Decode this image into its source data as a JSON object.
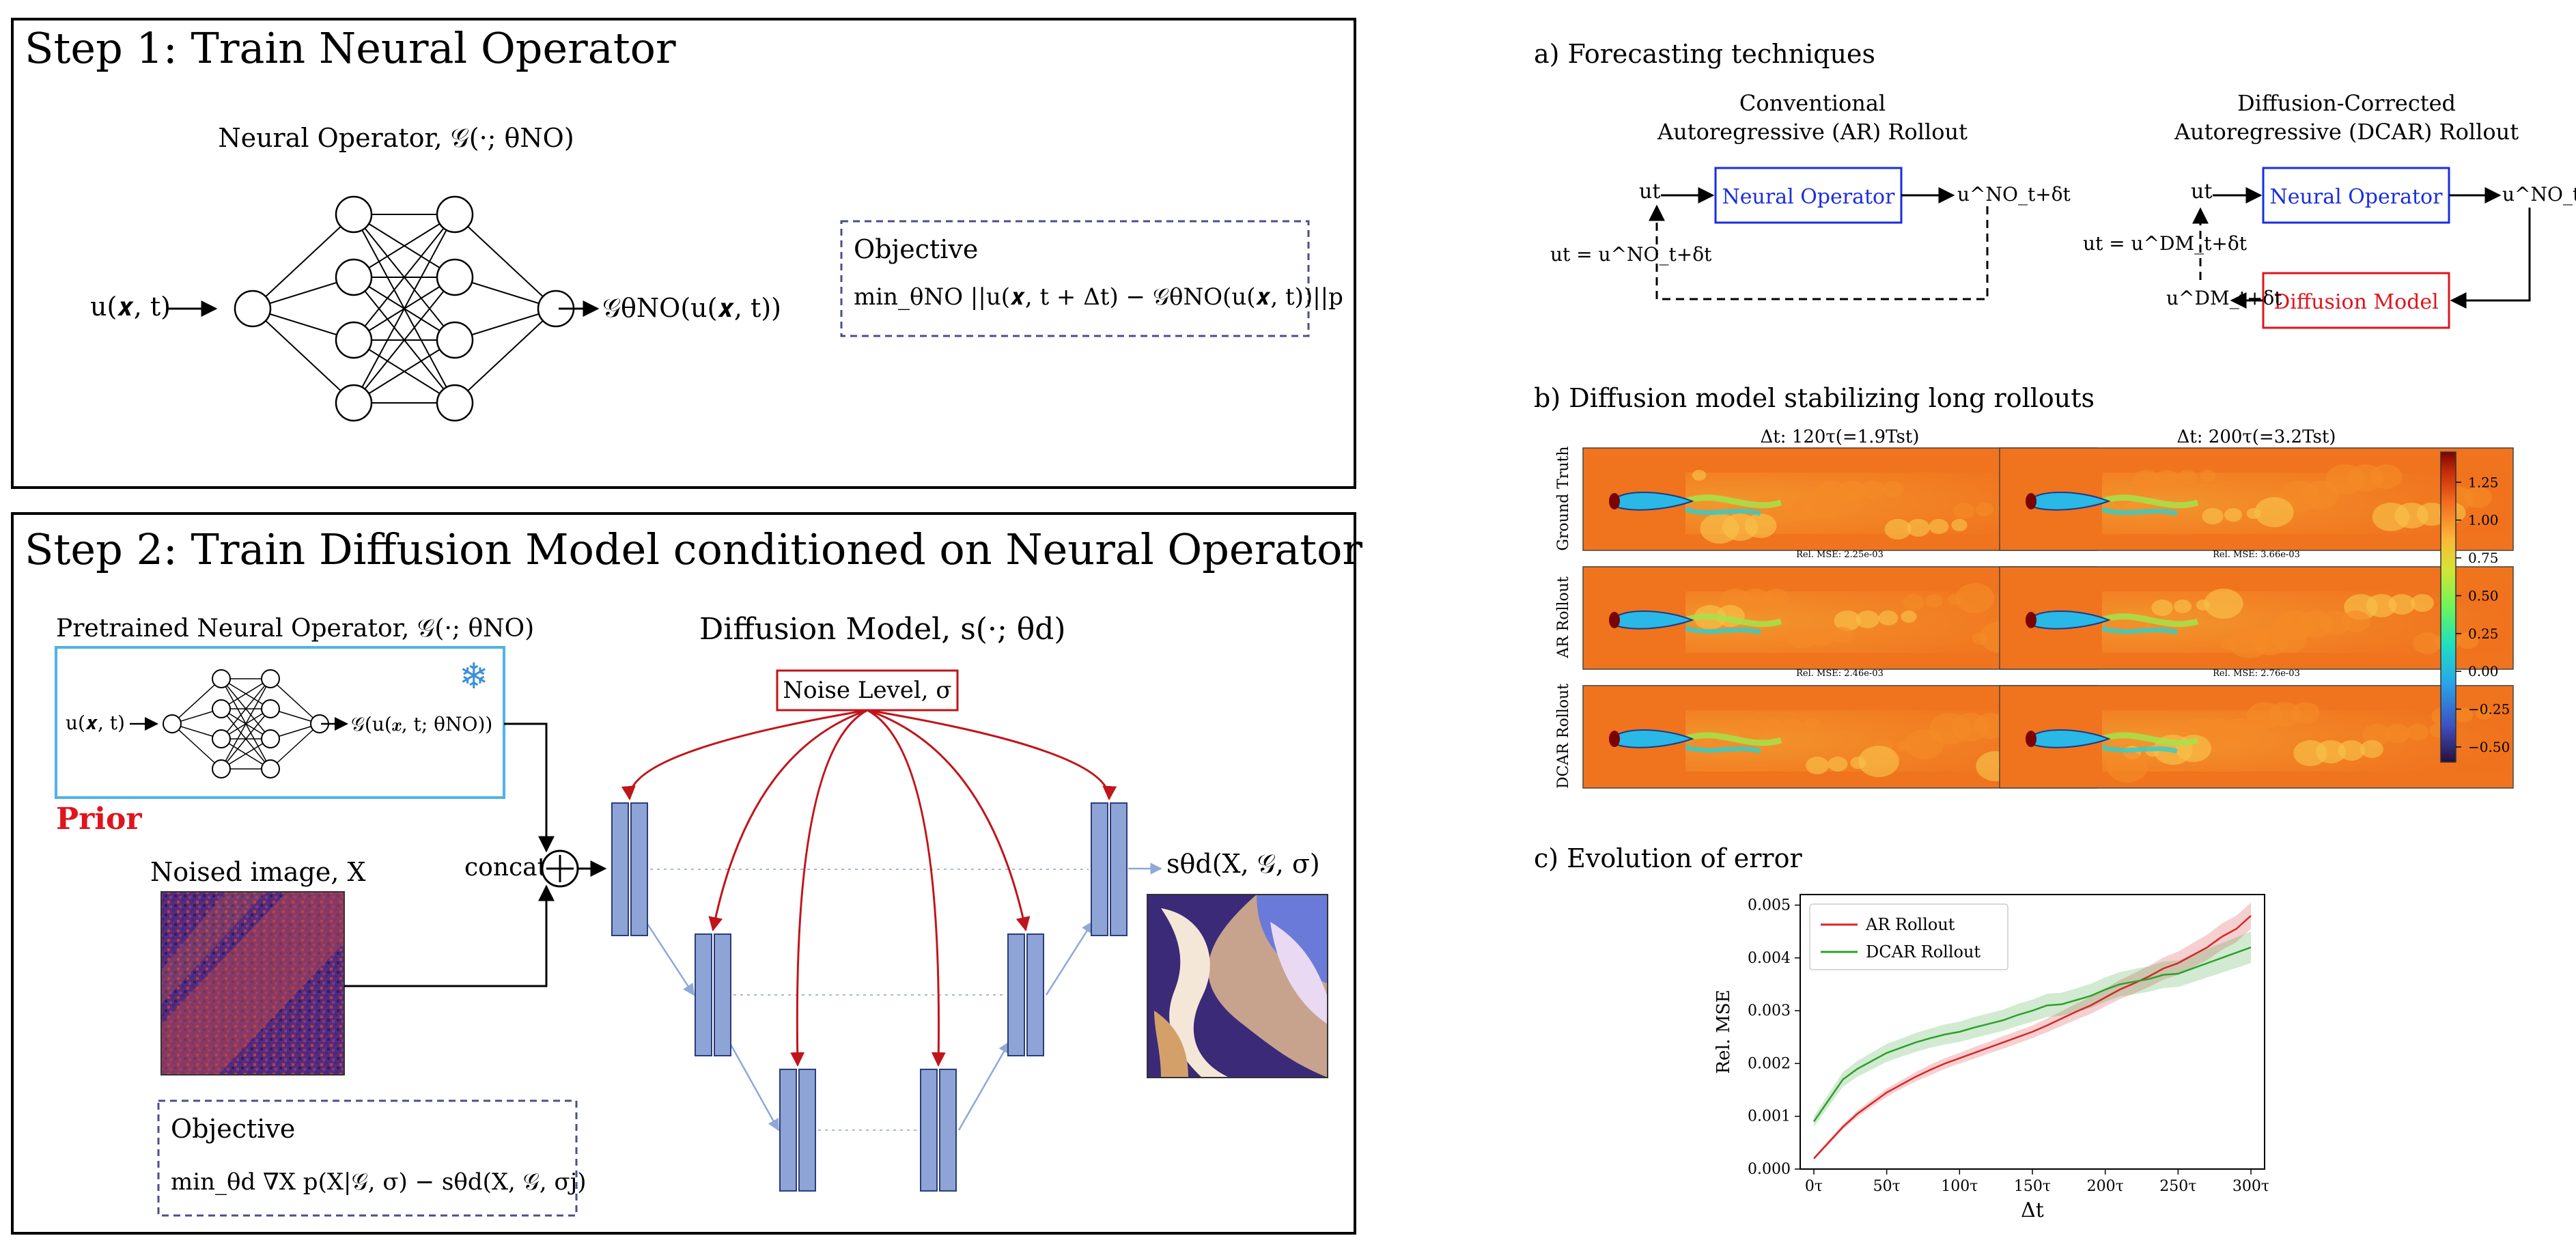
{
  "step1": {
    "title": "Step 1: Train Neural Operator",
    "operator_label": "Neural Operator, 𝒢(·; θNO)",
    "input_label": "u(𝒙, t)",
    "output_label": "𝒢θNO(u(𝒙, t))",
    "objective_title": "Objective",
    "objective_formula": "min_θNO ||u(𝒙, t + Δt) − 𝒢θNO(u(𝒙, t))||p"
  },
  "step2": {
    "title": "Step 2: Train Diffusion Model conditioned on Neural Operator",
    "pretrained_label": "Pretrained Neural Operator, 𝒢(·; θNO)",
    "pretrained_input": "u(𝒙, t)",
    "pretrained_output": "𝒢(u(𝒙, t; θNO))",
    "prior_label": "Prior",
    "noised_label": "Noised image, X",
    "concat_label": "concat",
    "diffusion_label": "Diffusion Model, s(·; θd)",
    "noise_level_label": "Noise Level, σ",
    "output_label": "sθd(X, 𝒢, σ)",
    "objective_title": "Objective",
    "objective_formula": "min_θd ∇X p(X|𝒢, σ) − sθd(X, 𝒢, σj)"
  },
  "panel_a": {
    "title": "a) Forecasting techniques",
    "left_title_1": "Conventional",
    "left_title_2": "Autoregressive (AR) Rollout",
    "right_title_1": "Diffusion-Corrected",
    "right_title_2": "Autoregressive (DCAR) Rollout",
    "neural_operator_box": "Neural Operator",
    "diffusion_model_box": "Diffusion Model",
    "ut": "ut",
    "ut_next_no": "u^NO_t+δt",
    "ut_feedback_ar": "ut = u^NO_t+δt",
    "ut_feedback_dcar": "ut = u^DM_t+δt",
    "ut_next_dm": "u^DM_t+δt"
  },
  "panel_b": {
    "title": "b) Diffusion model stabilizing long rollouts",
    "col1_label": "Δt: 120τ(=1.9Tst)",
    "col2_label": "Δt: 200τ(=3.2Tst)",
    "rows": [
      "Ground Truth",
      "AR Rollout",
      "DCAR Rollout"
    ],
    "mse_ar_1": "Rel. MSE: 2.25e-03",
    "mse_ar_2": "Rel. MSE: 3.66e-03",
    "mse_dcar_1": "Rel. MSE: 2.46e-03",
    "mse_dcar_2": "Rel. MSE: 2.76e-03",
    "colorbar_ticks": [
      1.25,
      1.0,
      0.75,
      0.5,
      0.25,
      0.0,
      -0.25,
      -0.5
    ],
    "colorbar_tick_labels": [
      "1.25",
      "1.00",
      "0.75",
      "0.50",
      "0.25",
      "0.00",
      "−0.25",
      "−0.50"
    ],
    "colorbar_range": [
      -0.6,
      1.45
    ]
  },
  "panel_c": {
    "title": "c) Evolution of error"
  },
  "chart_data": {
    "type": "line",
    "title": "",
    "xlabel": "Δt",
    "ylabel": "Rel. MSE",
    "xlim": [
      0,
      300
    ],
    "ylim": [
      0,
      0.0052
    ],
    "x_ticks": [
      0,
      50,
      100,
      150,
      200,
      250,
      300
    ],
    "x_tick_labels": [
      "0τ",
      "50τ",
      "100τ",
      "150τ",
      "200τ",
      "250τ",
      "300τ"
    ],
    "y_ticks": [
      0,
      0.001,
      0.002,
      0.003,
      0.004,
      0.005
    ],
    "y_tick_labels": [
      "0.000",
      "0.001",
      "0.002",
      "0.003",
      "0.004",
      "0.005"
    ],
    "legend_position": "top-left",
    "grid": false,
    "series": [
      {
        "name": "AR Rollout",
        "color": "#d62728",
        "x": [
          0,
          10,
          20,
          30,
          40,
          50,
          60,
          70,
          80,
          90,
          100,
          110,
          120,
          130,
          140,
          150,
          160,
          170,
          180,
          190,
          200,
          210,
          220,
          230,
          240,
          250,
          260,
          270,
          280,
          290,
          300
        ],
        "y": [
          0.0002,
          0.0005,
          0.0008,
          0.00105,
          0.00125,
          0.00145,
          0.0016,
          0.00175,
          0.00188,
          0.002,
          0.0021,
          0.0022,
          0.0023,
          0.0024,
          0.0025,
          0.0026,
          0.00272,
          0.00285,
          0.00298,
          0.0031,
          0.00325,
          0.0034,
          0.00352,
          0.00365,
          0.0038,
          0.0039,
          0.00405,
          0.0042,
          0.0044,
          0.00455,
          0.0048
        ],
        "band": [
          3e-05,
          4e-05,
          5e-05,
          6e-05,
          7e-05,
          8e-05,
          8e-05,
          9e-05,
          0.0001,
          0.0001,
          0.0001,
          0.00011,
          0.00011,
          0.00012,
          0.00012,
          0.00012,
          0.00013,
          0.00014,
          0.00015,
          0.00016,
          0.00017,
          0.00018,
          0.00019,
          0.0002,
          0.00021,
          0.00022,
          0.00023,
          0.00024,
          0.00025,
          0.00025,
          0.00025
        ]
      },
      {
        "name": "DCAR Rollout",
        "color": "#2ca02c",
        "x": [
          0,
          10,
          20,
          30,
          40,
          50,
          60,
          70,
          80,
          90,
          100,
          110,
          120,
          130,
          140,
          150,
          160,
          170,
          180,
          190,
          200,
          210,
          220,
          230,
          240,
          250,
          260,
          270,
          280,
          290,
          300
        ],
        "y": [
          0.0009,
          0.0013,
          0.0017,
          0.0019,
          0.00205,
          0.0022,
          0.0023,
          0.0024,
          0.00248,
          0.00255,
          0.0026,
          0.00268,
          0.00275,
          0.00282,
          0.00292,
          0.003,
          0.0031,
          0.00312,
          0.0032,
          0.00328,
          0.0034,
          0.0035,
          0.00355,
          0.0036,
          0.00368,
          0.0037,
          0.0038,
          0.0039,
          0.004,
          0.0041,
          0.0042
        ],
        "band": [
          0.0001,
          0.00012,
          0.00014,
          0.00015,
          0.00016,
          0.00017,
          0.00017,
          0.00018,
          0.00018,
          0.00019,
          0.00019,
          0.0002,
          0.0002,
          0.0002,
          0.00021,
          0.00021,
          0.00022,
          0.00022,
          0.00022,
          0.00023,
          0.00023,
          0.00023,
          0.00024,
          0.00024,
          0.00025,
          0.00025,
          0.00026,
          0.00027,
          0.00028,
          0.00029,
          0.0003
        ]
      }
    ]
  }
}
